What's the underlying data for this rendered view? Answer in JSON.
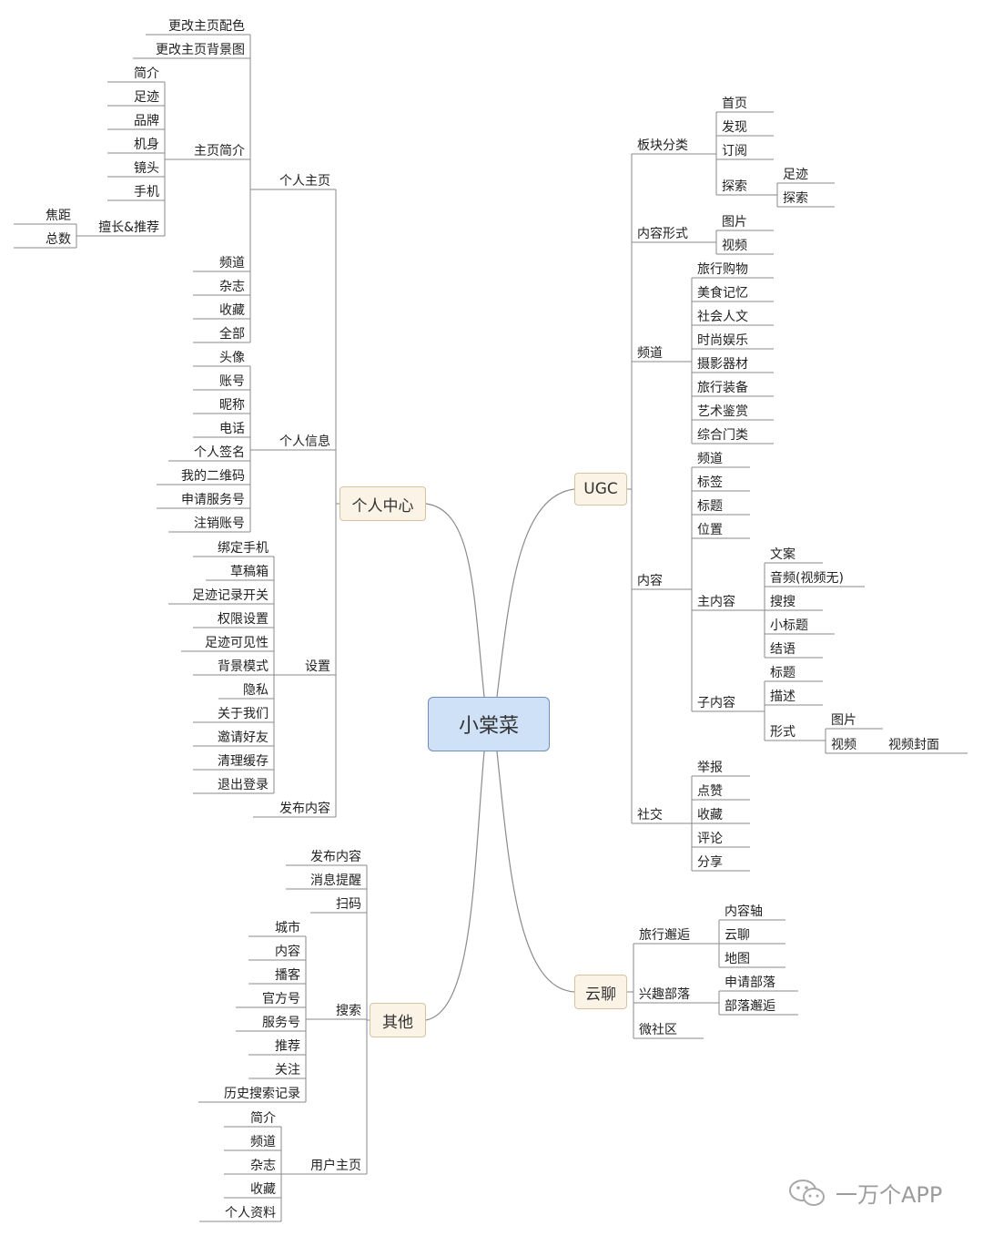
{
  "root": "小棠菜",
  "watermark": "一万个APP",
  "branches": [
    {
      "label": "个人中心",
      "children": [
        {
          "label": "个人主页",
          "children": [
            {
              "label": "更改主页配色"
            },
            {
              "label": "更改主页背景图"
            },
            {
              "label": "主页简介",
              "children": [
                {
                  "label": "简介"
                },
                {
                  "label": "足迹"
                },
                {
                  "label": "品牌"
                },
                {
                  "label": "机身"
                },
                {
                  "label": "镜头"
                },
                {
                  "label": "手机"
                },
                {
                  "label": "擅长&推荐",
                  "children": [
                    {
                      "label": "焦距"
                    },
                    {
                      "label": "总数"
                    }
                  ]
                }
              ]
            },
            {
              "label": "频道"
            },
            {
              "label": "杂志"
            },
            {
              "label": "收藏"
            },
            {
              "label": "全部"
            }
          ]
        },
        {
          "label": "个人信息",
          "children": [
            {
              "label": "头像"
            },
            {
              "label": "账号"
            },
            {
              "label": "昵称"
            },
            {
              "label": "电话"
            },
            {
              "label": "个人签名"
            },
            {
              "label": "我的二维码"
            },
            {
              "label": "申请服务号"
            },
            {
              "label": "注销账号"
            }
          ]
        },
        {
          "label": "设置",
          "children": [
            {
              "label": "绑定手机"
            },
            {
              "label": "草稿箱"
            },
            {
              "label": "足迹记录开关"
            },
            {
              "label": "权限设置"
            },
            {
              "label": "足迹可见性"
            },
            {
              "label": "背景模式"
            },
            {
              "label": "隐私"
            },
            {
              "label": "关于我们"
            },
            {
              "label": "邀请好友"
            },
            {
              "label": "清理缓存"
            },
            {
              "label": "退出登录"
            }
          ]
        },
        {
          "label": "发布内容"
        }
      ]
    },
    {
      "label": "其他",
      "children": [
        {
          "label": "发布内容"
        },
        {
          "label": "消息提醒"
        },
        {
          "label": "扫码"
        },
        {
          "label": "搜索",
          "children": [
            {
              "label": "城市"
            },
            {
              "label": "内容"
            },
            {
              "label": "播客"
            },
            {
              "label": "官方号"
            },
            {
              "label": "服务号"
            },
            {
              "label": "推荐"
            },
            {
              "label": "关注"
            },
            {
              "label": "历史搜索记录"
            }
          ]
        },
        {
          "label": "用户主页",
          "children": [
            {
              "label": "简介"
            },
            {
              "label": "频道"
            },
            {
              "label": "杂志"
            },
            {
              "label": "收藏"
            },
            {
              "label": "个人资料"
            }
          ]
        }
      ]
    },
    {
      "label": "UGC",
      "children": [
        {
          "label": "板块分类",
          "children": [
            {
              "label": "首页"
            },
            {
              "label": "发现"
            },
            {
              "label": "订阅"
            },
            {
              "label": "探索",
              "children": [
                {
                  "label": "足迹"
                },
                {
                  "label": "探索"
                }
              ]
            }
          ]
        },
        {
          "label": "内容形式",
          "children": [
            {
              "label": "图片"
            },
            {
              "label": "视频"
            }
          ]
        },
        {
          "label": "频道",
          "children": [
            {
              "label": "旅行购物"
            },
            {
              "label": "美食记忆"
            },
            {
              "label": "社会人文"
            },
            {
              "label": "时尚娱乐"
            },
            {
              "label": "摄影器材"
            },
            {
              "label": "旅行装备"
            },
            {
              "label": "艺术鉴赏"
            },
            {
              "label": "综合门类"
            }
          ]
        },
        {
          "label": "内容",
          "children": [
            {
              "label": "频道"
            },
            {
              "label": "标签"
            },
            {
              "label": "标题"
            },
            {
              "label": "位置"
            },
            {
              "label": "主内容",
              "children": [
                {
                  "label": "文案"
                },
                {
                  "label": "音频(视频无)"
                },
                {
                  "label": "搜搜"
                },
                {
                  "label": "小标题"
                },
                {
                  "label": "结语"
                }
              ]
            },
            {
              "label": "子内容",
              "children": [
                {
                  "label": "标题"
                },
                {
                  "label": "描述"
                },
                {
                  "label": "形式",
                  "children": [
                    {
                      "label": "图片"
                    },
                    {
                      "label": "视频",
                      "children": [
                        {
                          "label": "视频封面"
                        }
                      ]
                    }
                  ]
                }
              ]
            }
          ]
        },
        {
          "label": "社交",
          "children": [
            {
              "label": "举报"
            },
            {
              "label": "点赞"
            },
            {
              "label": "收藏"
            },
            {
              "label": "评论"
            },
            {
              "label": "分享"
            }
          ]
        }
      ]
    },
    {
      "label": "云聊",
      "children": [
        {
          "label": "旅行邂逅",
          "children": [
            {
              "label": "内容轴"
            },
            {
              "label": "云聊"
            },
            {
              "label": "地图"
            }
          ]
        },
        {
          "label": "兴趣部落",
          "children": [
            {
              "label": "申请部落"
            },
            {
              "label": "部落邂逅"
            }
          ]
        },
        {
          "label": "微社区"
        }
      ]
    }
  ]
}
